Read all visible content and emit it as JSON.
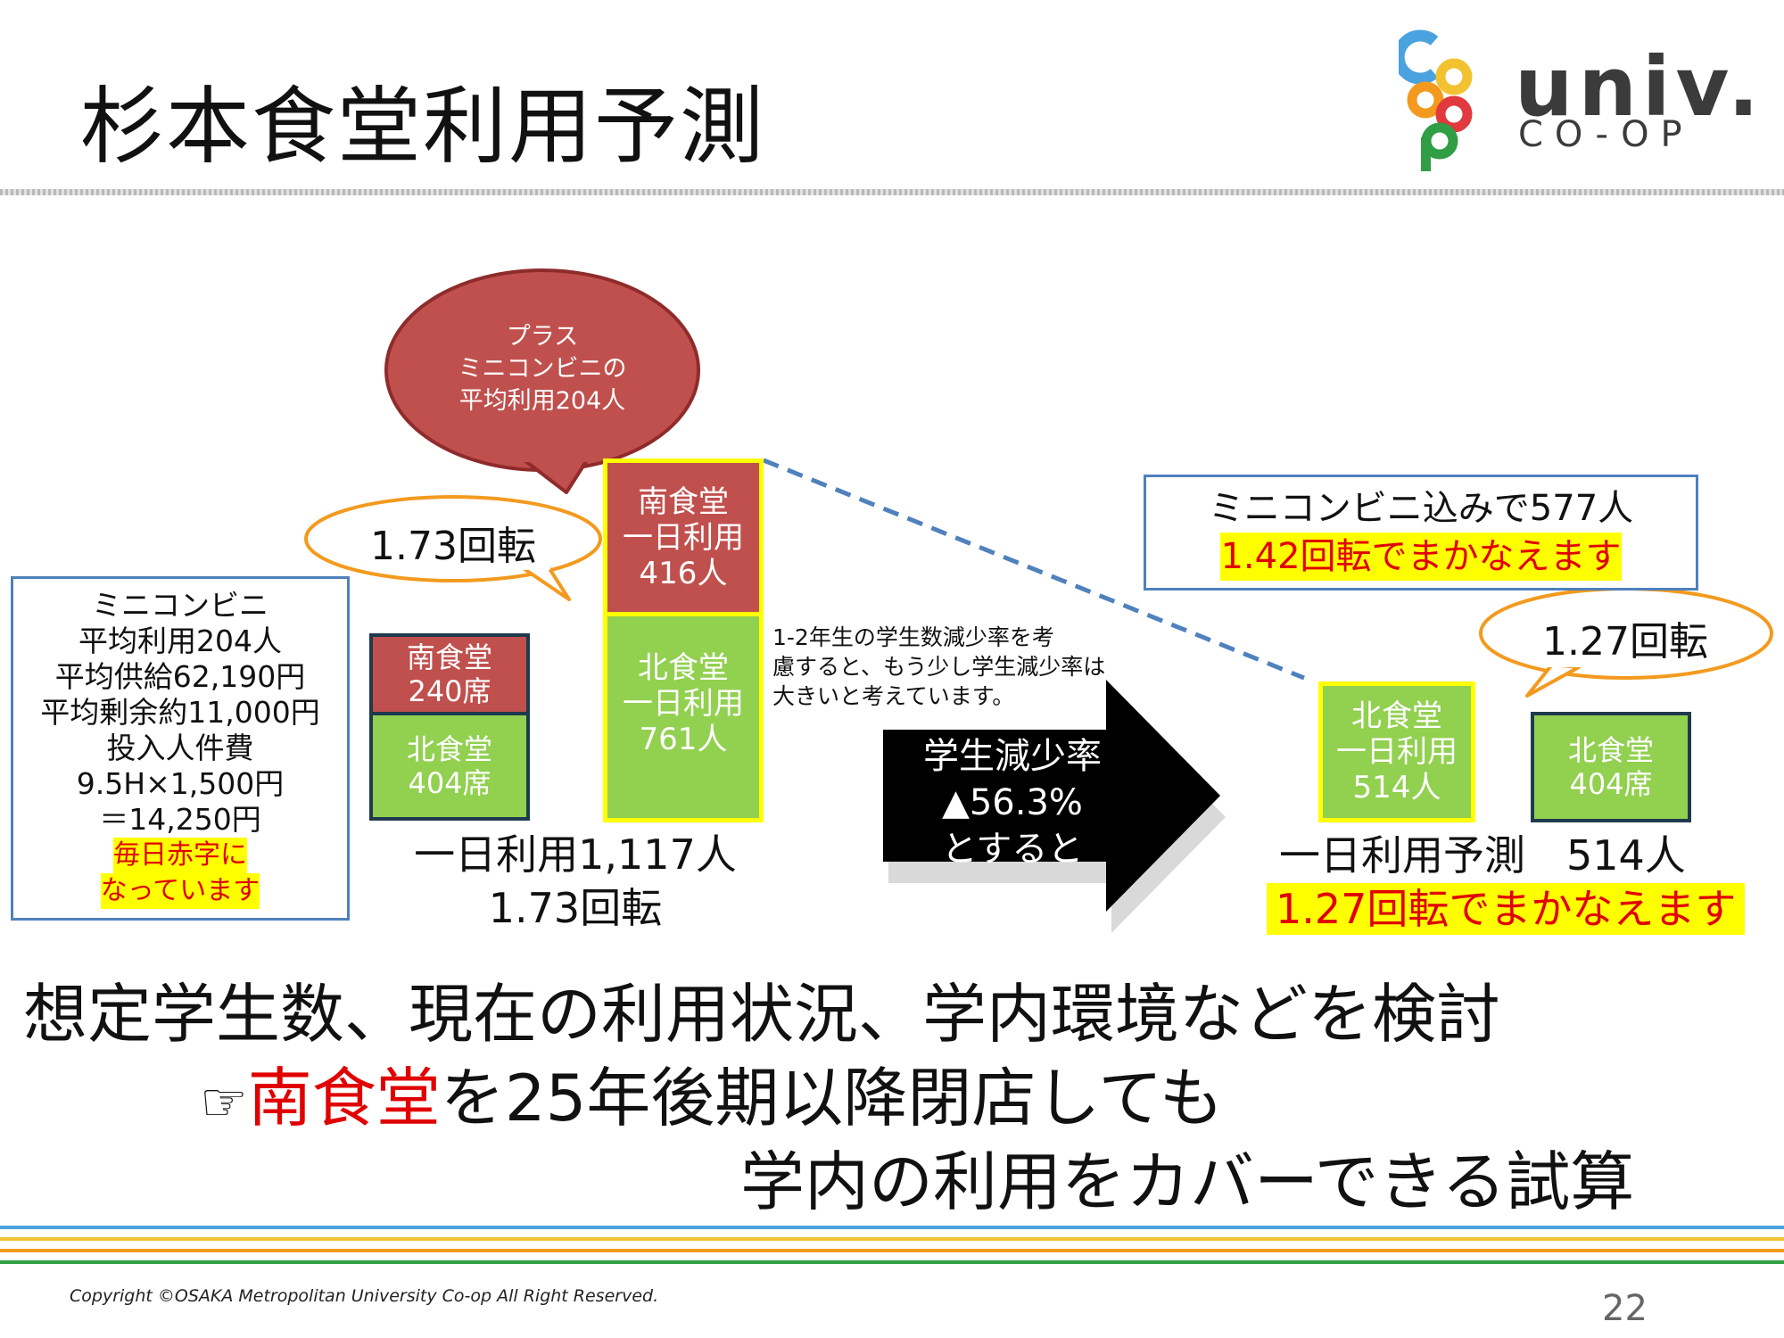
{
  "header": {
    "title": "杉本食堂利用予測",
    "logo_word": "univ.",
    "logo_sub": "CO-OP",
    "logo_colors": [
      "#4aa3df",
      "#f39a1e",
      "#e03a3e",
      "#f2c230",
      "#2f9e44"
    ]
  },
  "left_box": {
    "lines": [
      "ミニコンビニ",
      "平均利用204人",
      "平均供給62,190円",
      "平均剰余約11,000円",
      "投入人件費",
      "9.5H×1,500円",
      "＝14,250円"
    ],
    "highlight": [
      "毎日赤字に",
      "なっています"
    ]
  },
  "bubble_left": {
    "text": "1.73回転"
  },
  "bubble_top": {
    "lines": [
      "プラス",
      "ミニコンビニの",
      "平均利用204人"
    ]
  },
  "seats_current": {
    "south": [
      "南食堂",
      "240席"
    ],
    "north": [
      "北食堂",
      "404席"
    ]
  },
  "usage_current": {
    "south": [
      "南食堂",
      "一日利用",
      "416人"
    ],
    "north": [
      "北食堂",
      "一日利用",
      "761人"
    ]
  },
  "summary_current": [
    "一日利用1,117人",
    "1.73回転"
  ],
  "note": [
    "1-2年生の学生数減少率を考",
    "慮すると、もう少し学生減少率は",
    "大きいと考えています。"
  ],
  "arrow": {
    "lines": [
      "学生減少率",
      "▲56.3%",
      "とすると"
    ]
  },
  "right_box": {
    "line1": "ミニコンビニ込みで577人",
    "line2": "1.42回転でまかなえます"
  },
  "bubble_right": {
    "text": "1.27回転"
  },
  "usage_future": {
    "north": [
      "北食堂",
      "一日利用",
      "514人"
    ]
  },
  "seats_future": {
    "north": [
      "北食堂",
      "404席"
    ]
  },
  "summary_future": {
    "line1": "一日利用予測　514人",
    "line2": "1.27回転でまかなえます"
  },
  "conclusion": {
    "line1": "想定学生数、現在の利用状況、学内環境などを検討",
    "pointer": "☞",
    "line2_red": "南食堂",
    "line2_rest": "を25年後期以降閉店しても",
    "line3": "学内の利用をカバーできる試算"
  },
  "footer": {
    "copyright": "Copyright ©OSAKA Metropolitan University Co-op All Right Reserved.",
    "page": "22",
    "line_colors": [
      "#4aa3df",
      "#f2c230",
      "#f39a1e",
      "#2f9e44"
    ]
  }
}
